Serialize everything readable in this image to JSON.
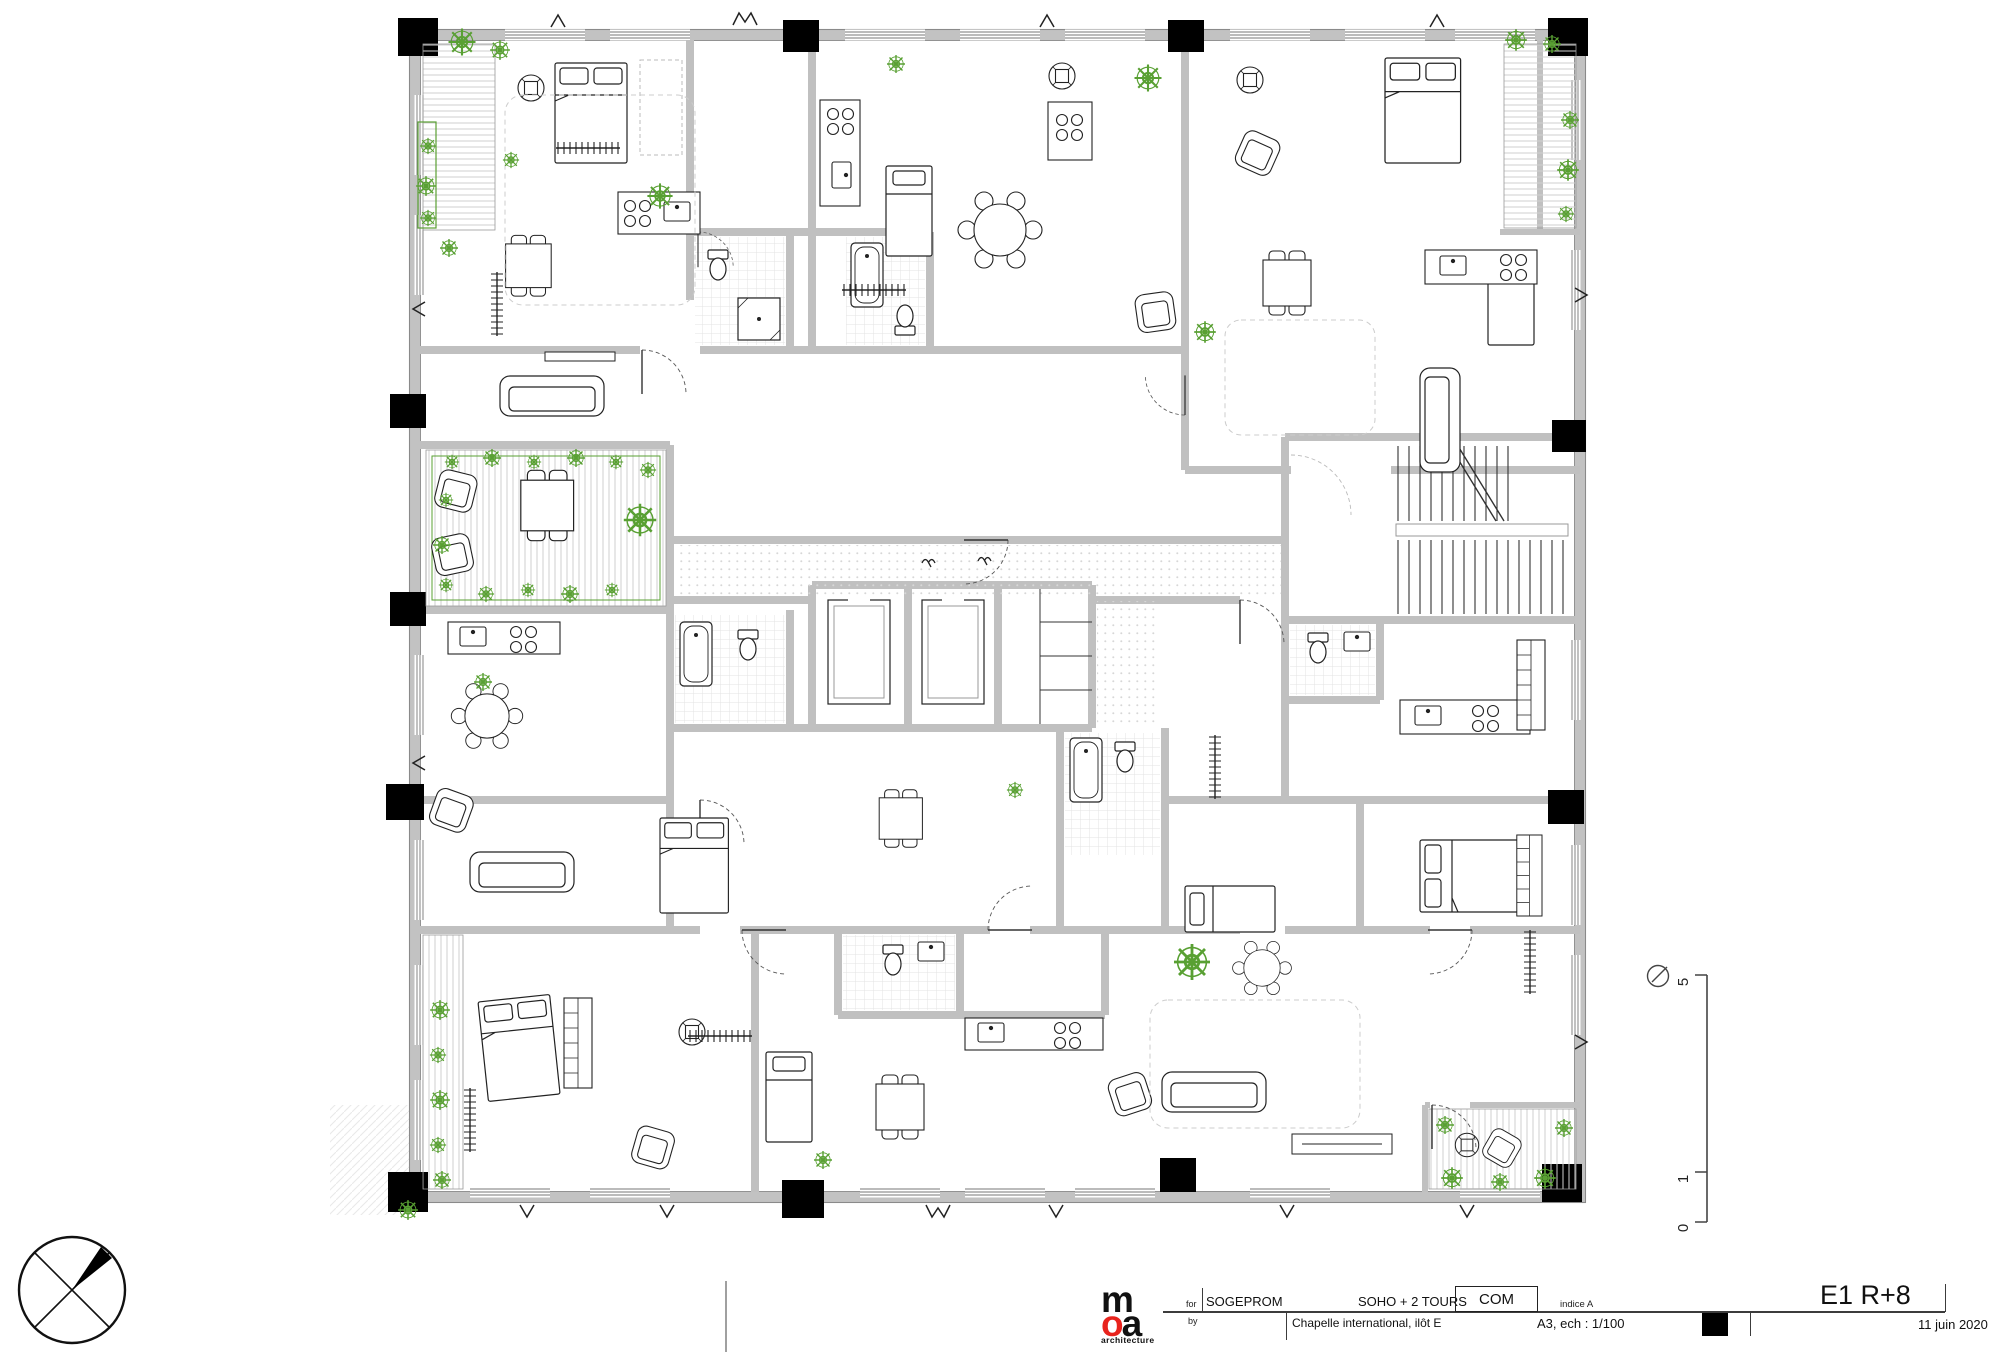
{
  "title_block": {
    "logo_m": "m",
    "logo_o": "o",
    "logo_a": "a",
    "logo_sub": "architecture",
    "for_label": "for",
    "by_label": "by",
    "client": "SOGEPROM",
    "project": "SOHO + 2 TOURS",
    "location": "Chapelle international, ilôt E",
    "phase": "COM",
    "revision": "indice A",
    "format_scale": "A3, ech : 1/100",
    "drawing_code": "E1 R+8",
    "date": "11 juin 2020"
  },
  "scale_bar": {
    "top": "5",
    "mid": "1",
    "bottom": "0"
  },
  "colors": {
    "plant_green": "#59a033",
    "wall_gray": "#c2c2c2",
    "logo_red": "#e8231d",
    "line_black": "#222222"
  }
}
